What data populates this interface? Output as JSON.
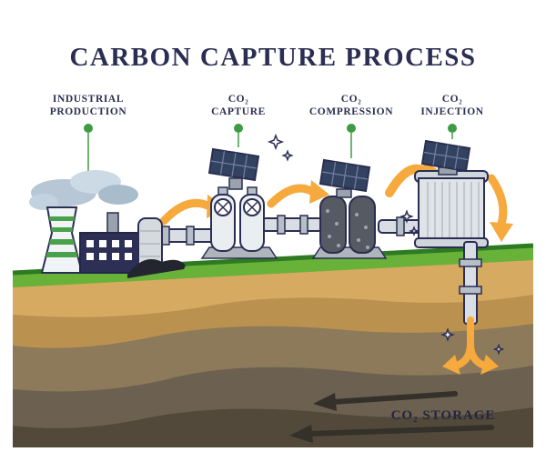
{
  "title": "CARBON CAPTURE PROCESS",
  "stages": [
    {
      "line1": "INDUSTRIAL",
      "line2": "PRODUCTION"
    },
    {
      "line1": "CO₂",
      "line2": "CAPTURE"
    },
    {
      "line1": "CO₂",
      "line2": "COMPRESSION"
    },
    {
      "line1": "CO₂",
      "line2": "INJECTION"
    }
  ],
  "storage": {
    "label": "CO₂ STORAGE"
  },
  "colors": {
    "ink_navy": "#2b2e52",
    "marker_green": "#3f9b43",
    "grass_green": "#68b23a",
    "grass_edge": "#2e7a22",
    "arrow_orange": "#f6a93c",
    "soil_light": "#d6aa61",
    "soil_ochre": "#bb9150",
    "soil_olive": "#8d7a5b",
    "soil_brown": "#6c6050",
    "soil_dark": "#52493b",
    "storage_arrow_dark": "#34302a",
    "smoke_blue": "#b7c7d5",
    "panel_blue": "#32425f"
  }
}
